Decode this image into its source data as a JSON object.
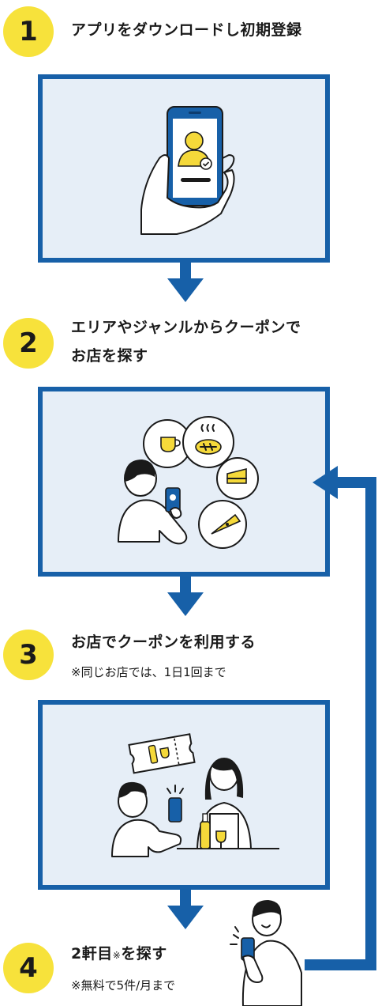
{
  "steps": [
    {
      "number": "1",
      "title": "アプリをダウンロードし初期登録"
    },
    {
      "number": "2",
      "title_line1": "エリアやジャンルからクーポンで",
      "title_line2": "お店を探す"
    },
    {
      "number": "3",
      "title": "お店でクーポンを利用する",
      "note": "※同じお店では、1日1回まで"
    },
    {
      "number": "4",
      "title_main": "2軒目",
      "title_mark": "※",
      "title_rest": "を探す",
      "note": "※無料で5件/月まで"
    }
  ],
  "colors": {
    "accent_blue": "#1760a8",
    "panel_bg": "#e6eef7",
    "badge_yellow": "#f7e23b",
    "illustration_yellow": "#f5d93a"
  },
  "icons": [
    "phone-registration-illustration",
    "search-illustration",
    "coupon-use-illustration",
    "second-shop-illustration",
    "down-arrow-icon",
    "loop-arrow-icon"
  ]
}
